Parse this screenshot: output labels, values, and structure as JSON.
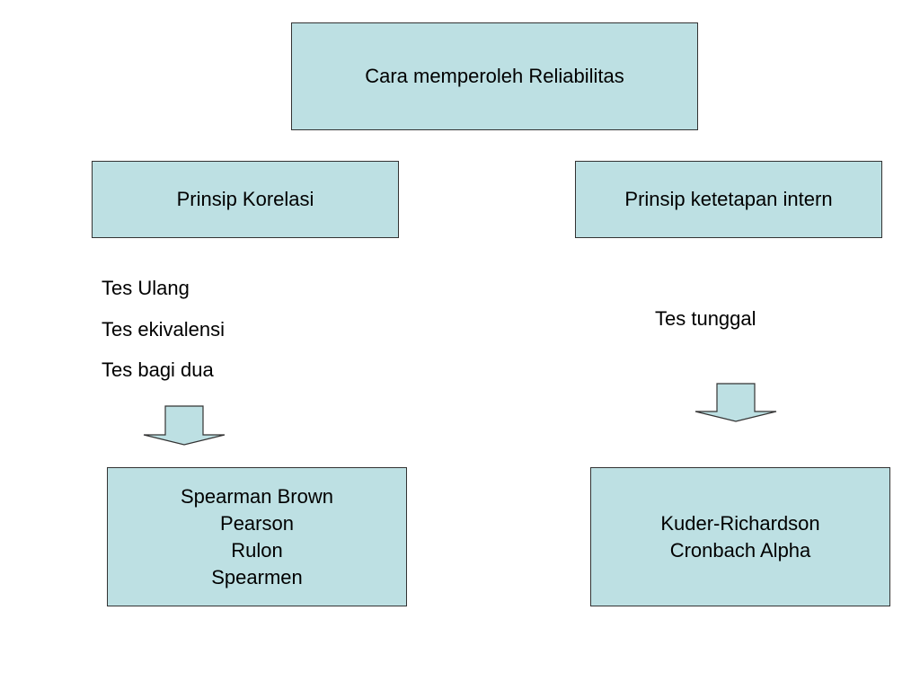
{
  "diagram": {
    "title": "Cara memperoleh Reliabilitas",
    "left": {
      "principle": "Prinsip Korelasi",
      "tests": [
        "Tes Ulang",
        "Tes ekivalensi",
        "Tes bagi dua"
      ],
      "methods": [
        "Spearman Brown",
        "Pearson",
        "Rulon",
        "Spearmen"
      ]
    },
    "right": {
      "principle": "Prinsip ketetapan intern",
      "tests": [
        "Tes tunggal"
      ],
      "methods": [
        "Kuder-Richardson",
        "Cronbach Alpha"
      ]
    }
  },
  "colors": {
    "box_fill": "#bde0e3",
    "box_border": "#333333",
    "arrow_fill": "#bde0e3",
    "arrow_stroke": "#333333"
  }
}
